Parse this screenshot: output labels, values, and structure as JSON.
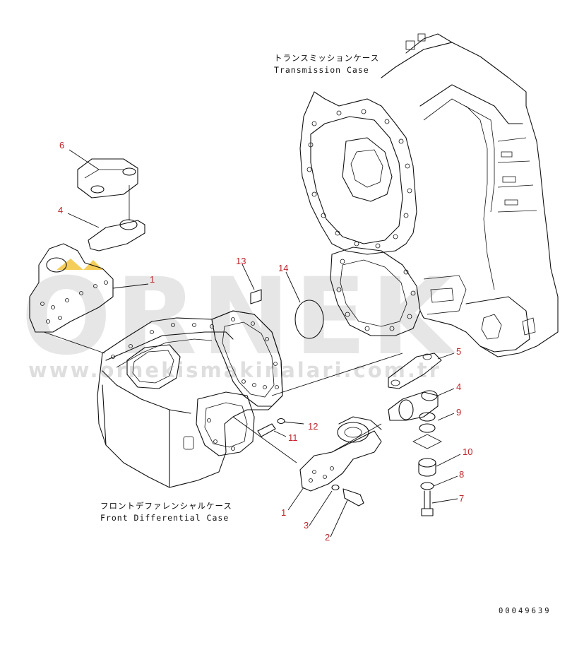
{
  "diagram": {
    "drawing_number": "00049639",
    "labels": {
      "transmission_jp": "トランスミッションケース",
      "transmission_en": "Transmission Case",
      "front_diff_jp": "フロントデファレンシャルケース",
      "front_diff_en": "Front Differential Case"
    },
    "watermark": {
      "main": "ORNEK",
      "url": "www.ornekismakinalari.com.tr"
    },
    "colors": {
      "callout": "#c0262b",
      "line": "#111111",
      "watermark": "#d3d3d3",
      "accent": "#f2c230"
    },
    "callouts": [
      {
        "id": "c6a",
        "text": "6"
      },
      {
        "id": "c4a",
        "text": "4"
      },
      {
        "id": "c1a",
        "text": "1"
      },
      {
        "id": "c13",
        "text": "13"
      },
      {
        "id": "c14",
        "text": "14"
      },
      {
        "id": "c5",
        "text": "5"
      },
      {
        "id": "c4b",
        "text": "4"
      },
      {
        "id": "c9",
        "text": "9"
      },
      {
        "id": "c12",
        "text": "12"
      },
      {
        "id": "c11",
        "text": "11"
      },
      {
        "id": "c10",
        "text": "10"
      },
      {
        "id": "c8",
        "text": "8"
      },
      {
        "id": "c7",
        "text": "7"
      },
      {
        "id": "c1b",
        "text": "1"
      },
      {
        "id": "c3",
        "text": "3"
      },
      {
        "id": "c2",
        "text": "2"
      }
    ]
  }
}
